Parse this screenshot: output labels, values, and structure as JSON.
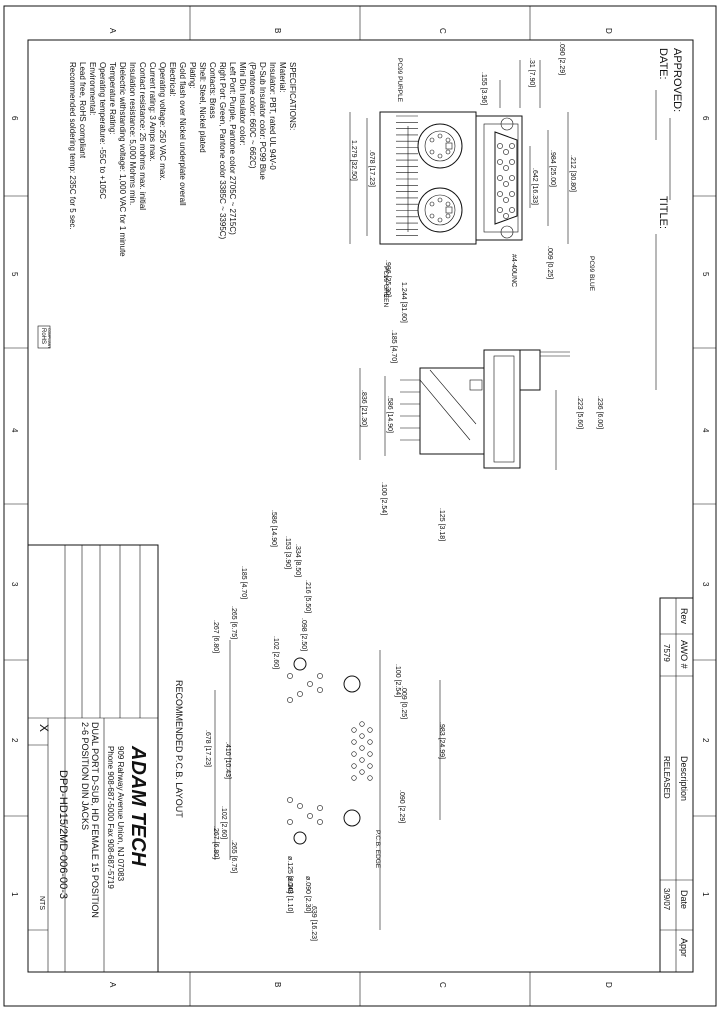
{
  "border": {
    "zones_top": [
      "A",
      "B",
      "C",
      "D"
    ],
    "zones_bottom": [
      "A",
      "B",
      "C",
      "D"
    ],
    "zones_left": [
      "6",
      "5",
      "4",
      "3",
      "2",
      "1"
    ],
    "zones_right": [
      "6",
      "5",
      "4",
      "3",
      "2",
      "1"
    ]
  },
  "header": {
    "approved_label": "APPROVED:",
    "date_label": "DATE:",
    "title_label": "TITLE:"
  },
  "revision": {
    "columns": [
      "Rev",
      "AWO #",
      "Description",
      "Date",
      "Appr"
    ],
    "rows": [
      {
        "rev": "",
        "awo": "7579",
        "description": "RELEASED",
        "date": "3/9/07",
        "appr": ""
      }
    ]
  },
  "specifications": {
    "heading": "SPECIFICATIONS:",
    "lines": [
      "Material:",
      "Insulator: PBT, rated UL 94V-0",
      "D-Sub Insulator color: PC99 Blue",
      "(Pantone color: 660C ~ 662C)",
      "Mini Din Insulator color:",
      "Left Port: Purple, Pantone color 2705C ~ 2715C)",
      "Right Port: Green, Pantone color 3385C ~ 3395C)",
      "Contacts: Brass",
      "Shell: Steel, Nickel plated",
      "Plating:",
      "Gold flash over Nickel underplate overall",
      "Electrical:",
      "Operating voltage: 250 VAC max.",
      "Current rating: 3 Amps max.",
      "Contact resistance: 25 mohms max. initial",
      "Insulation resistance: 5,000 Mohms min.",
      "Dielectric withstanding voltage: 1,000 VAC for 1 minute",
      "Temperature Rating:",
      "Operating temperature: -55C to +105C",
      "Environmental:",
      "Lead free, RoHS compliant",
      "Recommended soldering temp: 235C for 5 sec."
    ],
    "rohs": "RoHS",
    "rohs_sub": "COMPLIANT"
  },
  "front_view": {
    "dims": [
      ".090 [2.29]",
      ".31 [7.90]",
      ".155 [3.96]",
      ".212 [30.80]",
      ".984 [25.00]",
      ".642 [16.33]",
      ".009 [0.25]",
      "#4-40UNC",
      ".996 [25.30]",
      "1.244 [31.60]",
      "1.279 [32.50]",
      ".678 [17.23]"
    ],
    "labels": [
      "PC99 PURPLE",
      "PC99 BLUE",
      "PC99 GREEN"
    ]
  },
  "side_view": {
    "dims": [
      ".185 [4.70]",
      ".586 [14.90]",
      ".836 [21.30]",
      ".236 [6.00]",
      ".223 [5.60]",
      ".100 [2.54]",
      ".125 [3.18]"
    ]
  },
  "pcb_layout": {
    "caption": "RECOMMENDED P.C.B. LAYOUT",
    "edge": "P.C.B. EDGE",
    "dims": [
      ".586 [14.90]",
      ".153 [3.90]",
      ".334 [8.50]",
      ".216 [5.50]",
      ".185 [4.70]",
      ".265 [6.75]",
      ".098 [2.50]",
      ".102 [2.60]",
      ".267 [6.80]",
      ".100 [2.54]",
      ".009 [0.25]",
      ".983 [24.99]",
      ".090 [2.29]",
      ".410 [10.43]",
      ".678 [17.23]",
      "ø.125 [3.20]",
      "ø.043 [1.10]",
      "ø.090 [2.30]",
      ".639 [16.23]",
      ".267 [6.80]",
      ".102 [2.60]",
      ".265 [6.75]"
    ]
  },
  "title_block": {
    "company": "ADAM TECH",
    "address": "909 Rahway Avenue Union, NJ 07083",
    "phone": "Phone 908-687-5000 Fax 908-687-5719",
    "title_line1": "DUAL PORT D-SUB, HD FEMALE 15 POSITION",
    "title_line2": "2-6 POSITION DIN JACKS",
    "part_number": "DPD-HD15/2MD-006-00-3",
    "scale_label": "NTS",
    "sheet_mark": "X"
  }
}
